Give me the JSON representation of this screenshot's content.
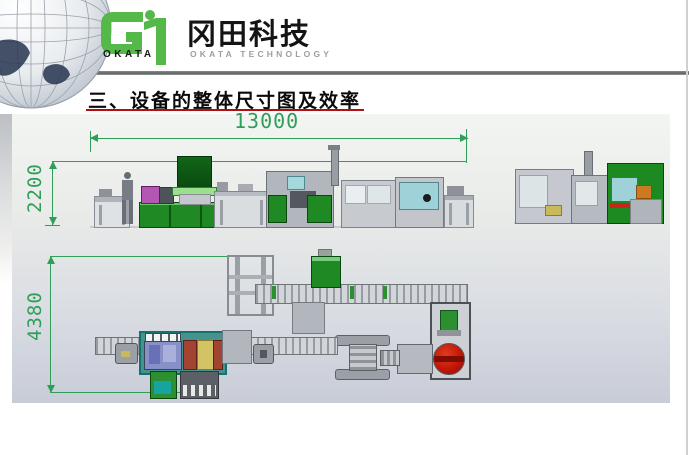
{
  "header": {
    "logo_text": "OKATA",
    "brand_cn": "冈田科技",
    "brand_en": "OKATA TECHNOLOGY",
    "brand_color": "#54b948",
    "globe_icon": "globe-earth"
  },
  "title": {
    "text": "三、设备的整体尺寸图及效率",
    "underline_color": "#b01010"
  },
  "diagram": {
    "dimension_color": "#2f9e58",
    "side_elevation_view": {
      "width_label": "13000",
      "height_label": "2200"
    },
    "plan_view": {
      "depth_label": "4380"
    },
    "accent_colors": {
      "machine_green": "#1f8a23",
      "window_teal": "#9fd2d8",
      "rotary_table_red": "#c01404",
      "magenta_box": "#b457b2",
      "yellow_panel": "#d2c465"
    }
  }
}
